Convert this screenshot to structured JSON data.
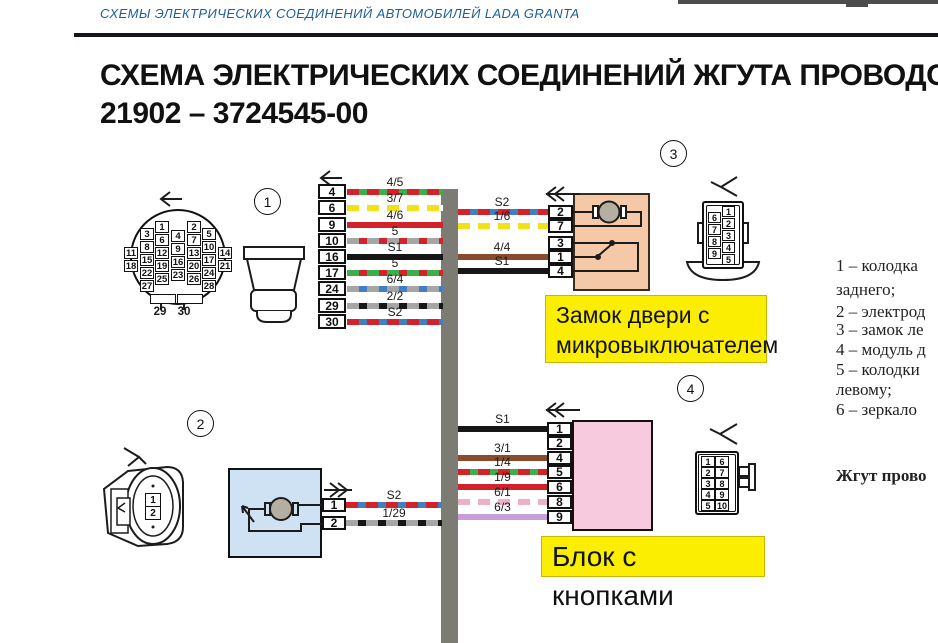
{
  "header": {
    "breadcrumb": "СХЕМЫ ЭЛЕКТРИЧЕСКИХ СОЕДИНЕНИЙ АВТОМОБИЛЕЙ LADA GRANTA"
  },
  "title": {
    "line1": "СХЕМА ЭЛЕКТРИЧЕСКИХ СОЕДИНЕНИЙ ЖГУТА ПРОВОДОВ",
    "line2": "21902 – 3724545-00"
  },
  "callouts": [
    "1",
    "2",
    "3",
    "4"
  ],
  "colors": {
    "header_blue": "#1e6094",
    "rule_dark": "#15151f",
    "yellow_label": "#fcee00",
    "salmon_box": "#f5c9a7",
    "pink_box": "#f7cbdd",
    "blue_box": "#cfe2f4",
    "trunk_grey": "#7c7c74",
    "wire_red": "#d2222a",
    "wire_green": "#3cae4b",
    "wire_yellow": "#f2e117",
    "wire_grey": "#a6a6a6",
    "wire_black": "#161616",
    "wire_blue": "#3e7fc6",
    "wire_brown": "#8a4b2d",
    "wire_pink": "#eeb0c8",
    "wire_lilac": "#c79ed8"
  },
  "circle_connector": {
    "pins": [
      "11",
      "18",
      "3",
      "8",
      "15",
      "22",
      "27",
      "1",
      "6",
      "12",
      "19",
      "25",
      "4",
      "9",
      "16",
      "23",
      "2",
      "7",
      "13",
      "20",
      "26",
      "5",
      "10",
      "17",
      "24",
      "28",
      "14",
      "21"
    ],
    "bottom_pins": [
      "29",
      "30"
    ]
  },
  "top_connector": {
    "pins": [
      "4",
      "6",
      "9",
      "10",
      "16",
      "17",
      "24",
      "29",
      "30"
    ],
    "wires": [
      {
        "label": "4/5",
        "color": "#d2222a",
        "dash": "#3cae4b"
      },
      {
        "label": "3/7",
        "color": "#f2e117",
        "dash": "#ffffff"
      },
      {
        "label": "4/6",
        "color": "#d2222a"
      },
      {
        "label": "5",
        "color": "#a6a6a6",
        "dash": "#d2222a"
      },
      {
        "label": "S1",
        "color": "#161616"
      },
      {
        "label": "5",
        "color": "#3cae4b",
        "dash": "#d2222a"
      },
      {
        "label": "6/4",
        "color": "#a6a6a6",
        "dash": "#3e7fc6"
      },
      {
        "label": "2/2",
        "color": "#a6a6a6",
        "dash": "#161616"
      },
      {
        "label": "S2",
        "color": "#d2222a",
        "dash": "#3e7fc6"
      }
    ]
  },
  "lock": {
    "pins": [
      "2",
      "7",
      "3",
      "1",
      "4"
    ],
    "wires": [
      {
        "label": "S2",
        "color": "#d2222a",
        "dash": "#3e7fc6"
      },
      {
        "label": "1/6",
        "color": "#f2e117",
        "dash": "#ffffff"
      },
      {
        "label": "4/4",
        "color": "#8a4b2d"
      },
      {
        "label": "S1",
        "color": "#161616"
      }
    ],
    "label_line1": "Замок двери с",
    "label_line2": "микровыключателем",
    "face": {
      "left": [
        "6",
        "7",
        "8",
        "9"
      ],
      "right": [
        "1",
        "2",
        "3",
        "4",
        "5"
      ]
    }
  },
  "buttons": {
    "pins": [
      "1",
      "2",
      "4",
      "5",
      "6",
      "8",
      "9"
    ],
    "wires": [
      {
        "label": "S1",
        "color": "#161616"
      },
      {
        "label": "3/1",
        "color": "#8a4b2d"
      },
      {
        "label": "1/4",
        "color": "#d2222a",
        "dash": "#3cae4b"
      },
      {
        "label": "1/9",
        "color": "#d2222a"
      },
      {
        "label": "6/1",
        "color": "#eeb0c8",
        "dash": "#ffffff"
      },
      {
        "label": "6/3",
        "color": "#c79ed8"
      }
    ],
    "label": "Блок с кнопками",
    "face": {
      "left": [
        "1",
        "2",
        "3",
        "4",
        "5"
      ],
      "right": [
        "6",
        "7",
        "8",
        "9",
        "10"
      ]
    }
  },
  "motor": {
    "pins": [
      "1",
      "2"
    ],
    "wires": [
      {
        "label": "S2",
        "color": "#d2222a",
        "dash": "#3e7fc6"
      },
      {
        "label": "1/29",
        "color": "#a6a6a6",
        "dash": "#161616"
      }
    ]
  },
  "oval_connector": {
    "pins": [
      "1",
      "2"
    ]
  },
  "legend": {
    "lines": [
      "1 – колодка",
      "заднего;",
      "2 – электрод",
      "3 – замок ле",
      "4 – модуль д",
      "5 – колодки",
      "левому;",
      "6 – зеркало"
    ],
    "footer": "Жгут прово"
  }
}
